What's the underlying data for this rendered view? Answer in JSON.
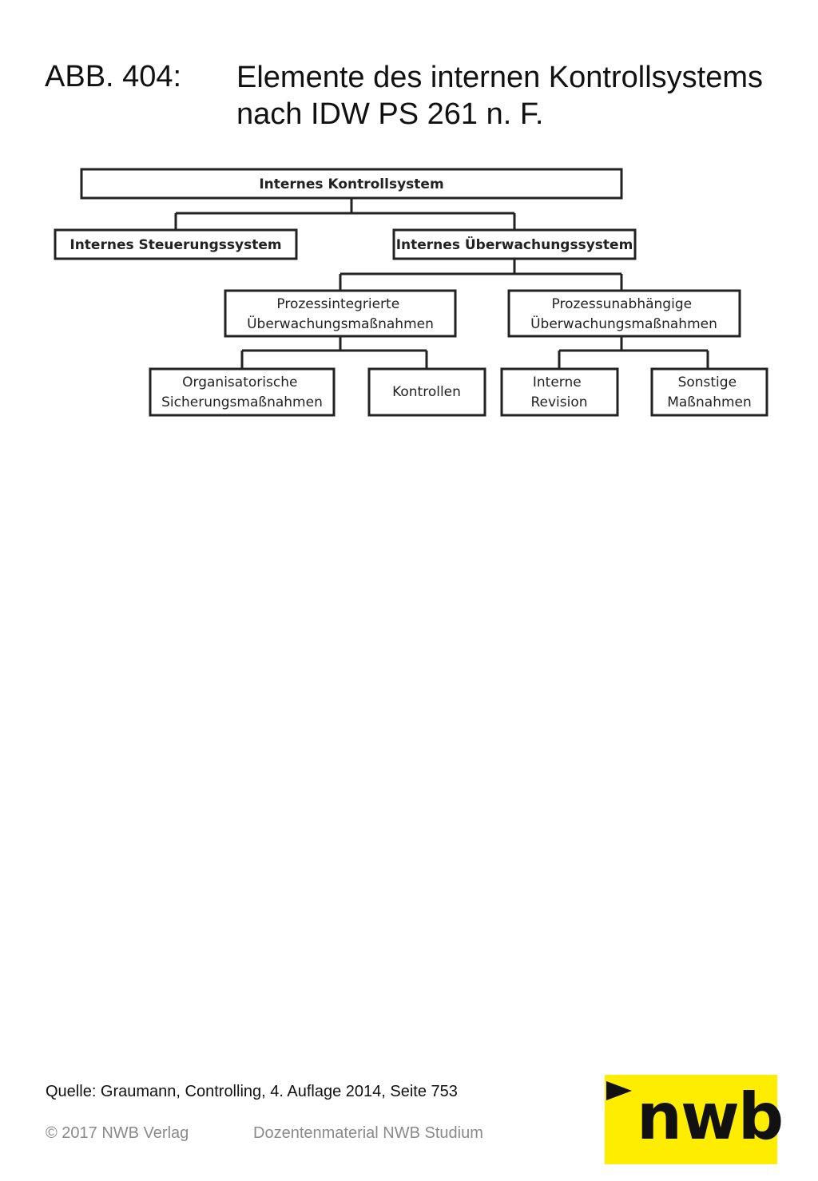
{
  "header": {
    "figure_number": "ABB. 404:",
    "title_line1": "Elemente des internen Kontrollsystems",
    "title_line2": "nach IDW PS 261 n. F."
  },
  "diagram": {
    "root": "Internes Kontrollsystem",
    "level1_left": "Internes Steuerungssystem",
    "level1_right": "Internes Überwachungssystem",
    "level2_left": [
      "Prozessintegrierte",
      "Überwachungsmaßnahmen"
    ],
    "level2_right": [
      "Prozessunabhängige",
      "Überwachungsmaßnahmen"
    ],
    "leaf1": [
      "Organisatorische",
      "Sicherungsmaßnahmen"
    ],
    "leaf2": "Kontrollen",
    "leaf3": [
      "Interne",
      "Revision"
    ],
    "leaf4": [
      "Sonstige",
      "Maßnahmen"
    ]
  },
  "footer": {
    "source": "Quelle: Graumann, Controlling, 4. Auflage 2014, Seite 753",
    "copyright": "© 2017 NWB Verlag",
    "material": "Dozentenmaterial NWB Studium",
    "logo_text": "nwb",
    "logo_color": "#ffed00"
  }
}
